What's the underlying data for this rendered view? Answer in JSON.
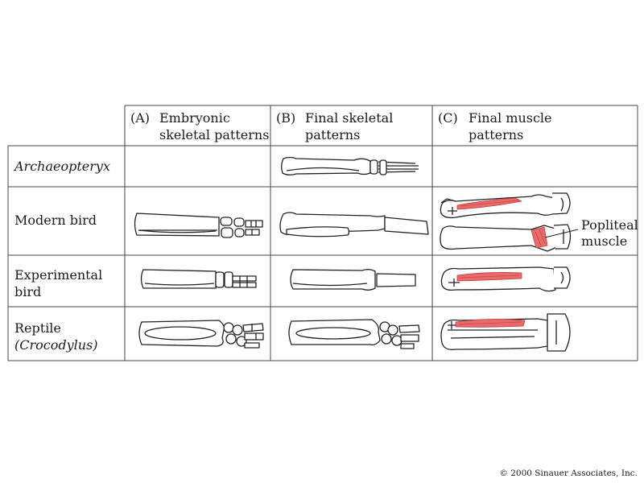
{
  "columns": [
    {
      "letter": "(A)",
      "line1": "Embryonic",
      "line2": "skeletal patterns"
    },
    {
      "letter": "(B)",
      "line1": "Final skeletal",
      "line2": "patterns"
    },
    {
      "letter": "(C)",
      "line1": "Final muscle",
      "line2": "patterns"
    }
  ],
  "rows": [
    {
      "line1": "Archaeopteryx",
      "line2": ""
    },
    {
      "line1": "Modern bird",
      "line2": ""
    },
    {
      "line1": "Experimental",
      "line2": "bird"
    },
    {
      "line1": "Reptile",
      "line2": "(Crocodylus)"
    }
  ],
  "callout": {
    "line1": "Popliteal",
    "line2": "muscle"
  },
  "copyright": "© 2000 Sinauer Associates, Inc.",
  "colors": {
    "muscle": "#e86a6a",
    "grid": "#444444",
    "header_band": "#ececec",
    "bone_fill": "#ffffff"
  }
}
